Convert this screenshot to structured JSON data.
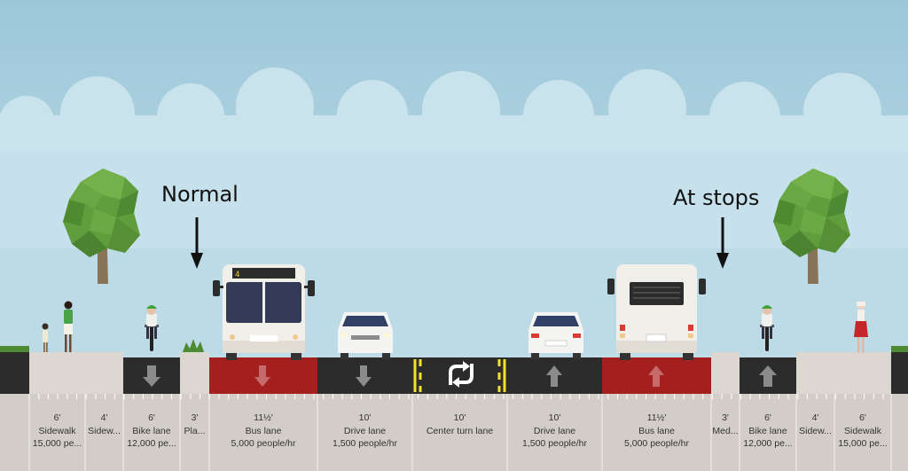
{
  "annotations": {
    "normal": "Normal",
    "at_stops": "At stops"
  },
  "bus_route_number": "4",
  "segments": [
    {
      "width": "6'",
      "name": "Sidewalk",
      "capacity": "15,000 pe..."
    },
    {
      "width": "4'",
      "name": "Sidew...",
      "capacity": ""
    },
    {
      "width": "6'",
      "name": "Bike lane",
      "capacity": "12,000 pe..."
    },
    {
      "width": "3'",
      "name": "Pla...",
      "capacity": ""
    },
    {
      "width": "11½'",
      "name": "Bus lane",
      "capacity": "5,000 people/hr"
    },
    {
      "width": "10'",
      "name": "Drive lane",
      "capacity": "1,500 people/hr"
    },
    {
      "width": "10'",
      "name": "Center turn lane",
      "capacity": ""
    },
    {
      "width": "10'",
      "name": "Drive lane",
      "capacity": "1,500 people/hr"
    },
    {
      "width": "11½'",
      "name": "Bus lane",
      "capacity": "5,000 people/hr"
    },
    {
      "width": "3'",
      "name": "Med...",
      "capacity": ""
    },
    {
      "width": "6'",
      "name": "Bike lane",
      "capacity": "12,000 pe..."
    },
    {
      "width": "4'",
      "name": "Sidew...",
      "capacity": ""
    },
    {
      "width": "6'",
      "name": "Sidewalk",
      "capacity": "15,000 pe..."
    }
  ],
  "colors": {
    "sky": "#b4d6e3",
    "asphalt": "#2b2c2b",
    "bus_lane": "#a3201f",
    "sidewalk": "#dcd8d1",
    "label_band": "#d2cec7",
    "tree_leaf": "#5f9d3d",
    "turn_lane_marking": "#f5e12a"
  }
}
